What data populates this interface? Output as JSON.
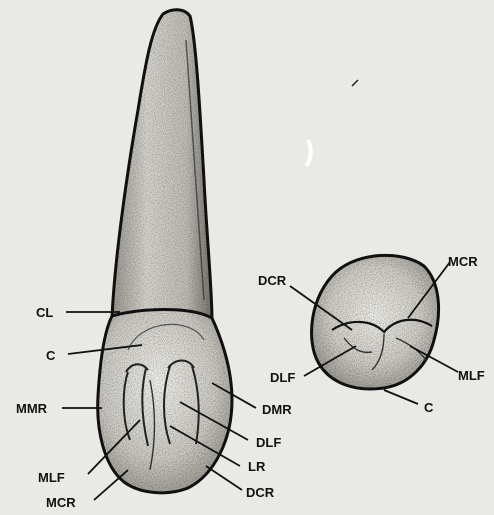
{
  "labels": {
    "cl": "CL",
    "c_left": "C",
    "mmr": "MMR",
    "mlf_left": "MLF",
    "mcr_left": "MCR",
    "dmr": "DMR",
    "dlf_left": "DLF",
    "lr": "LR",
    "dcr_left": "DCR",
    "dcr_right": "DCR",
    "mcr_right": "MCR",
    "dlf_right": "DLF",
    "mlf_right": "MLF",
    "c_right": "C"
  }
}
